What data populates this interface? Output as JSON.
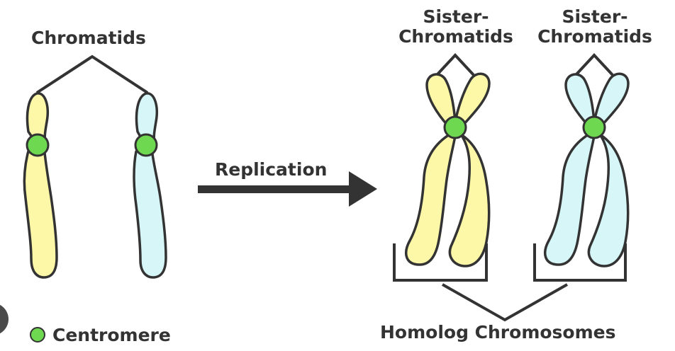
{
  "labels": {
    "chromatids": "Chromatids",
    "sister_1_line1": "Sister-",
    "sister_1_line2": "Chromatids",
    "sister_2_line1": "Sister-",
    "sister_2_line2": "Chromatids",
    "replication": "Replication",
    "homolog": "Homolog Chromosomes",
    "legend_centromere": "Centromere"
  },
  "colors": {
    "yellow_fill": "#fdf7a8",
    "blue_fill": "#d6f6f8",
    "centromere": "#6fd851",
    "outline": "#333333",
    "arrow": "#333333"
  },
  "icons": {
    "legend": "centromere-dot-icon",
    "arrow": "arrow-right-icon"
  }
}
